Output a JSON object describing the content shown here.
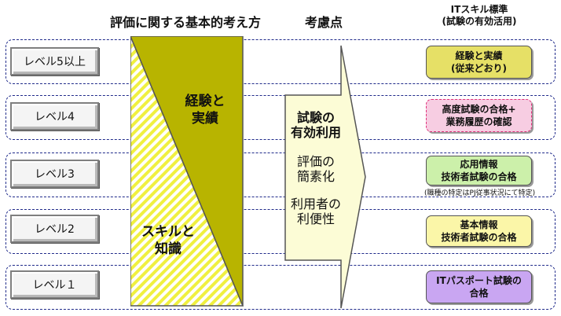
{
  "headers": {
    "approach": "評価に関する基本的考え方",
    "considerations": "考慮点",
    "it_skill_line1": "ITスキル標準",
    "it_skill_line2": "(試験の有効活用)"
  },
  "levels": [
    {
      "label": "レベル5以上"
    },
    {
      "label": "レベル4"
    },
    {
      "label": "レベル3"
    },
    {
      "label": "レベル2"
    },
    {
      "label": "レベル１"
    }
  ],
  "triangle": {
    "top_label": [
      "経験と",
      "実績"
    ],
    "bottom_label": [
      "スキルと",
      "知識"
    ]
  },
  "arrow": {
    "group1": [
      "試験の",
      "有効利用"
    ],
    "group2": [
      "評価の",
      "簡素化"
    ],
    "group3": [
      "利用者の",
      "利便性"
    ]
  },
  "standards": [
    {
      "lines": [
        "経験と実績",
        "(従来どおり)"
      ],
      "fill": "#e6e066",
      "border": "#555555"
    },
    {
      "lines": [
        "高度試験の合格+",
        "業務履歴の確認"
      ],
      "fill": "#f7cde2",
      "border": "#e0307a"
    },
    {
      "lines": [
        "応用情報",
        "技術者試験の合格"
      ],
      "fill": "#ccf0aa",
      "border": "#555555"
    },
    {
      "lines": [
        "基本情報",
        "技術者試験の合格"
      ],
      "fill": "#fbf6a8",
      "border": "#555555"
    },
    {
      "lines": [
        "ITパスポート試験の",
        "合格"
      ],
      "fill": "#c9a6f2",
      "border": "#555555"
    }
  ],
  "level3_note": "(職種の特定はPJ従事状況にて特定)",
  "colors": {
    "olive": "#b8b400",
    "stripe_yellow": "#f0f040",
    "arrow_fill": "#fcfcd6",
    "band_border": "#1f2a8a"
  }
}
